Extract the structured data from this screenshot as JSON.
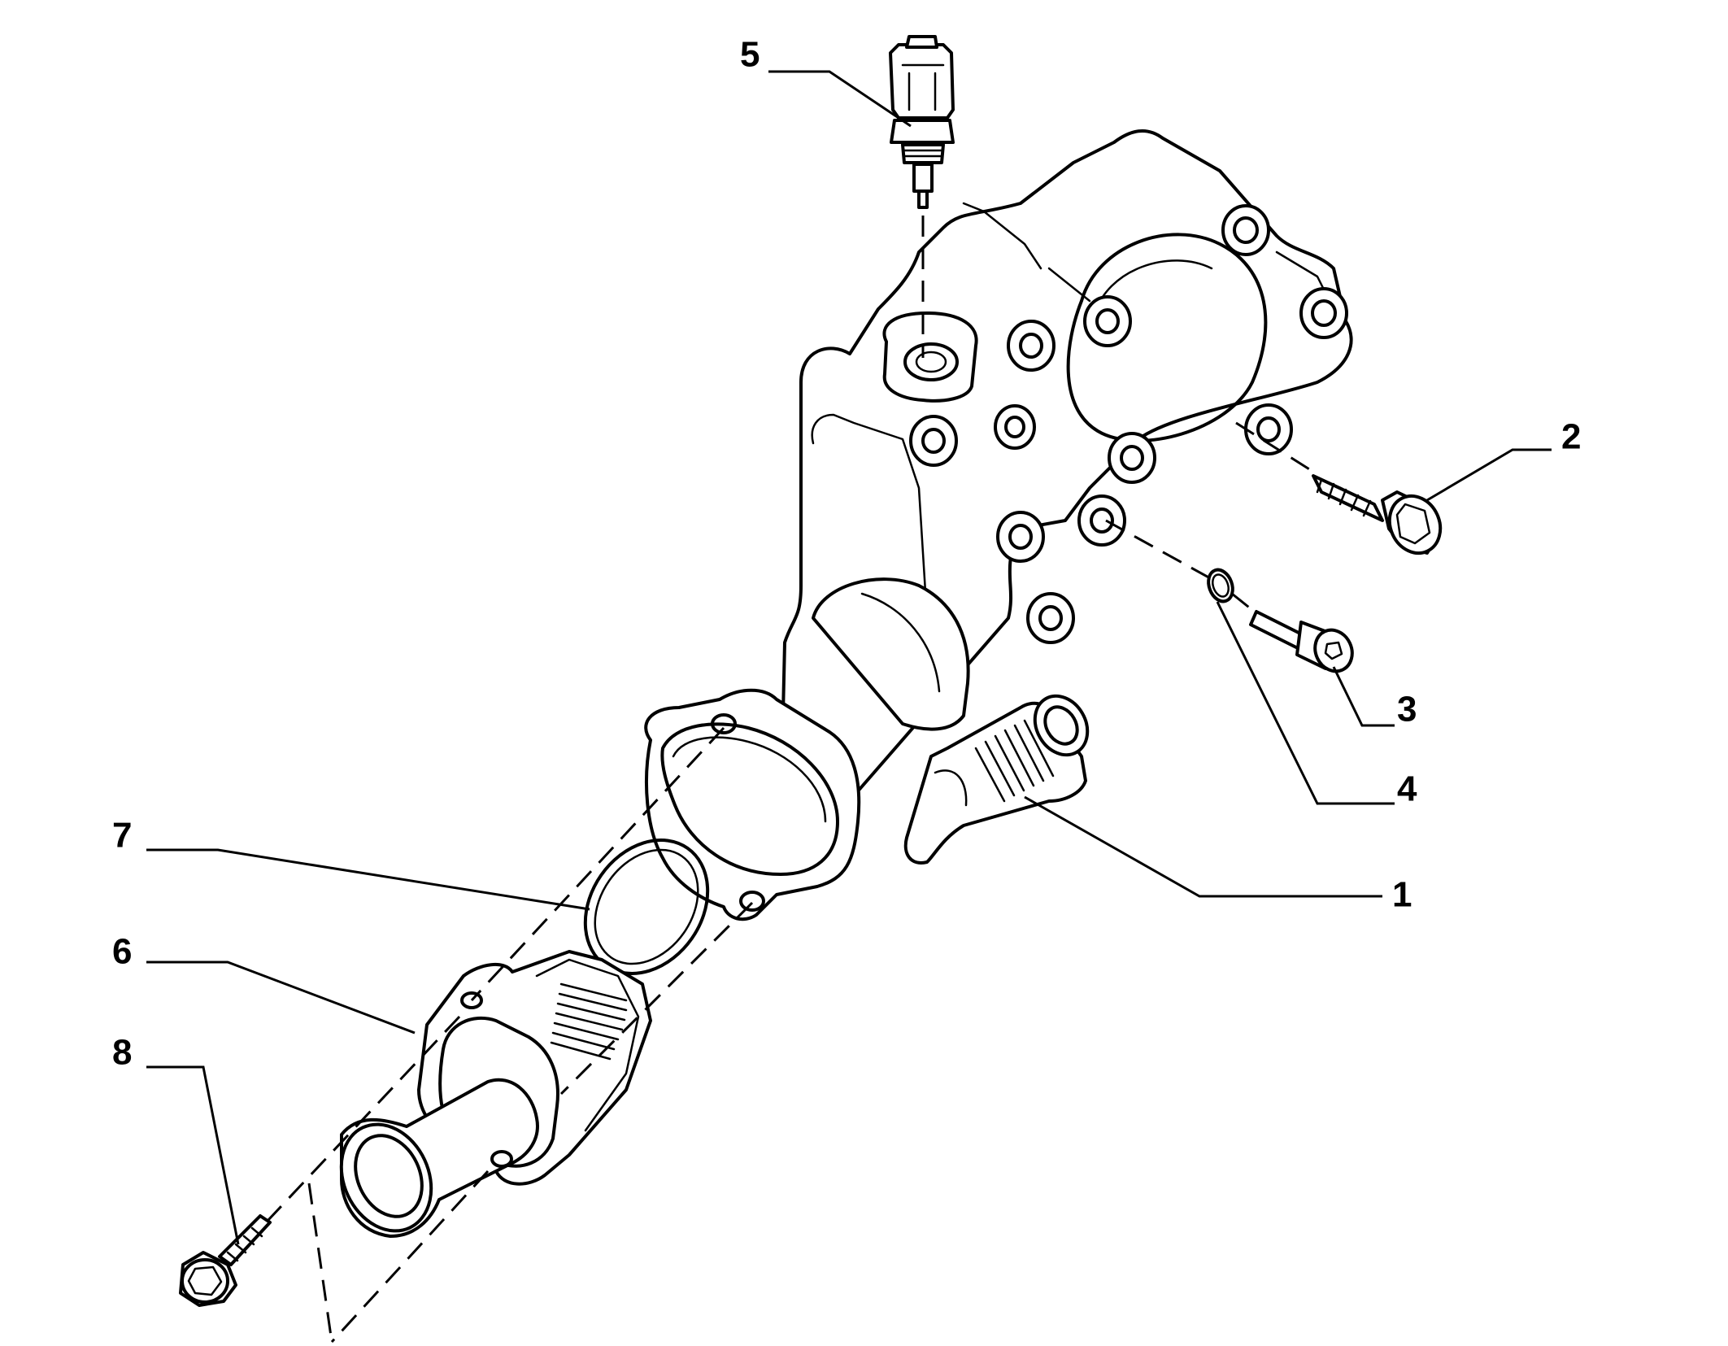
{
  "callouts": [
    {
      "id": "1",
      "text": "1"
    },
    {
      "id": "2",
      "text": "2"
    },
    {
      "id": "3",
      "text": "3"
    },
    {
      "id": "4",
      "text": "4"
    },
    {
      "id": "5",
      "text": "5"
    },
    {
      "id": "6",
      "text": "6"
    },
    {
      "id": "7",
      "text": "7"
    },
    {
      "id": "8",
      "text": "8"
    }
  ],
  "colors": {
    "line": "#000000",
    "background": "#ffffff"
  }
}
